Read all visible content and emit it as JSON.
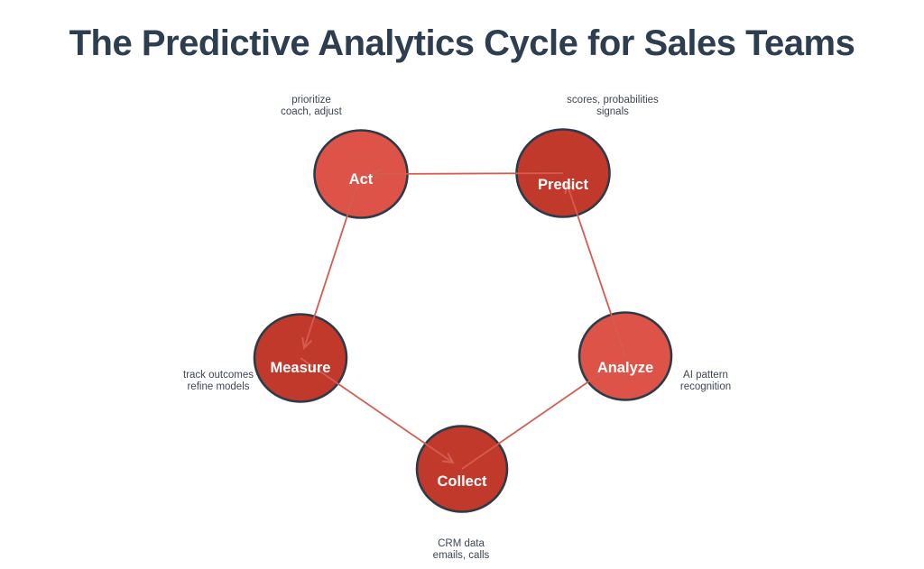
{
  "title": "The Predictive Analytics Cycle for Sales Teams",
  "colors": {
    "background": "#ffffff",
    "title": "#2c3e50",
    "node_light": "#dd5347",
    "node_dark": "#c0392b",
    "node_border": "#2c3a4a",
    "node_label": "#ffffff",
    "edge": "#d55c50",
    "annotation": "#3d4653"
  },
  "nodes": [
    {
      "id": "act",
      "label": "Act",
      "tone": "light",
      "note": [
        "prioritize",
        "coach, adjust"
      ]
    },
    {
      "id": "predict",
      "label": "Predict",
      "tone": "dark",
      "note": [
        "scores, probabilities",
        "signals"
      ]
    },
    {
      "id": "analyze",
      "label": "Analyze",
      "tone": "light",
      "note": [
        "AI pattern",
        "recognition"
      ]
    },
    {
      "id": "collect",
      "label": "Collect",
      "tone": "dark",
      "note": [
        "CRM data",
        "emails, calls"
      ]
    },
    {
      "id": "measure",
      "label": "Measure",
      "tone": "dark",
      "note": [
        "track outcomes",
        "refine models"
      ]
    }
  ],
  "edges": [
    {
      "from": "collect",
      "to": "analyze"
    },
    {
      "from": "analyze",
      "to": "predict"
    },
    {
      "from": "predict",
      "to": "act"
    },
    {
      "from": "act",
      "to": "measure"
    },
    {
      "from": "measure",
      "to": "collect"
    }
  ]
}
